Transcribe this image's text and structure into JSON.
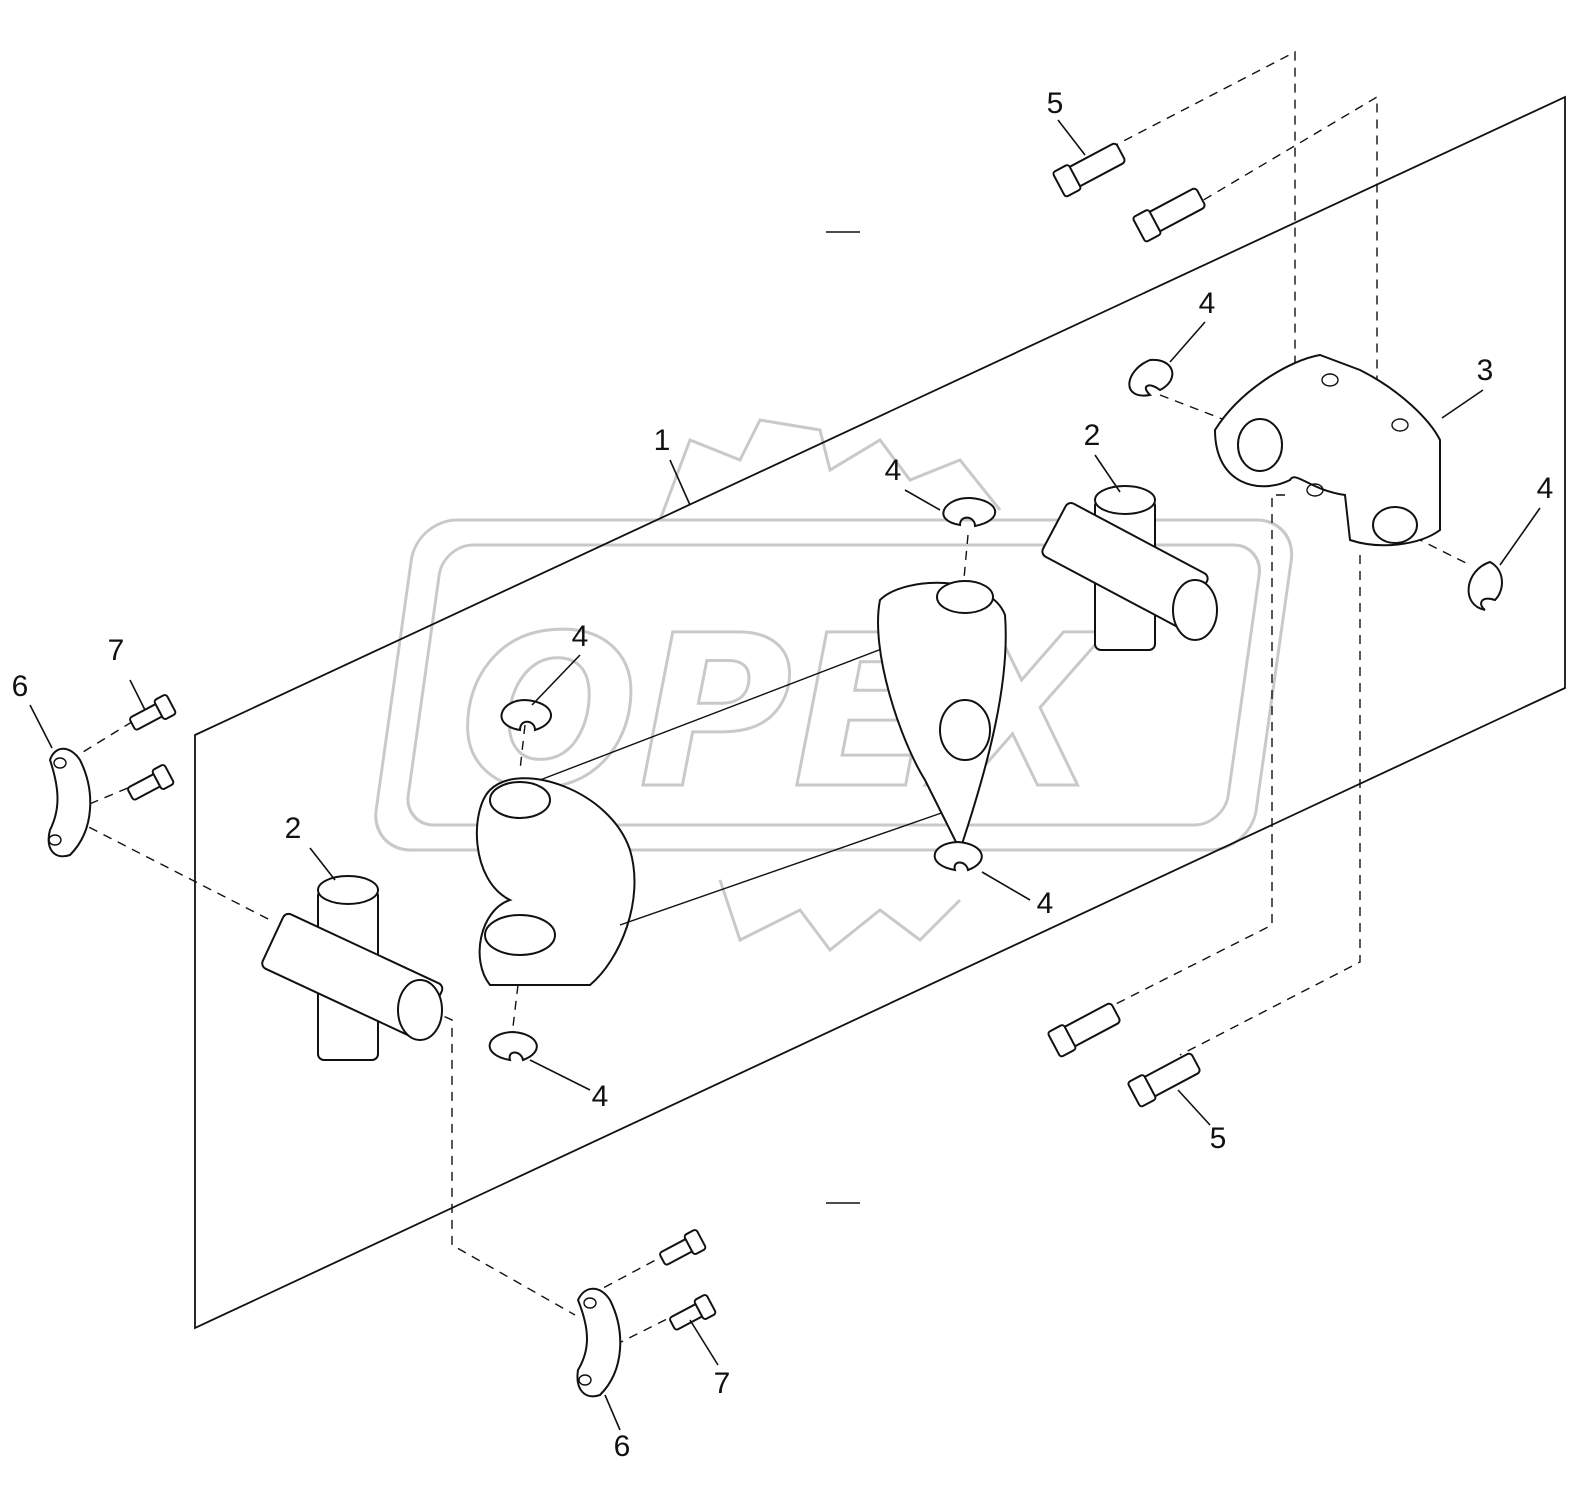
{
  "watermark": {
    "text": "OPEX"
  },
  "callouts": [
    {
      "id": "c5-top",
      "label": "5"
    },
    {
      "id": "c4-ring-top-right",
      "label": "4"
    },
    {
      "id": "c3-yoke",
      "label": "3"
    },
    {
      "id": "c1-shaft",
      "label": "1"
    },
    {
      "id": "c4-center-top",
      "label": "4"
    },
    {
      "id": "c2-right",
      "label": "2"
    },
    {
      "id": "c4-right",
      "label": "4"
    },
    {
      "id": "c7-left",
      "label": "7"
    },
    {
      "id": "c6-left",
      "label": "6"
    },
    {
      "id": "c4-left-top",
      "label": "4"
    },
    {
      "id": "c2-left",
      "label": "2"
    },
    {
      "id": "c4-center-bottom",
      "label": "4"
    },
    {
      "id": "c4-left-bottom",
      "label": "4"
    },
    {
      "id": "c5-bottom",
      "label": "5"
    },
    {
      "id": "c7-bottom",
      "label": "7"
    },
    {
      "id": "c6-bottom",
      "label": "6"
    }
  ]
}
